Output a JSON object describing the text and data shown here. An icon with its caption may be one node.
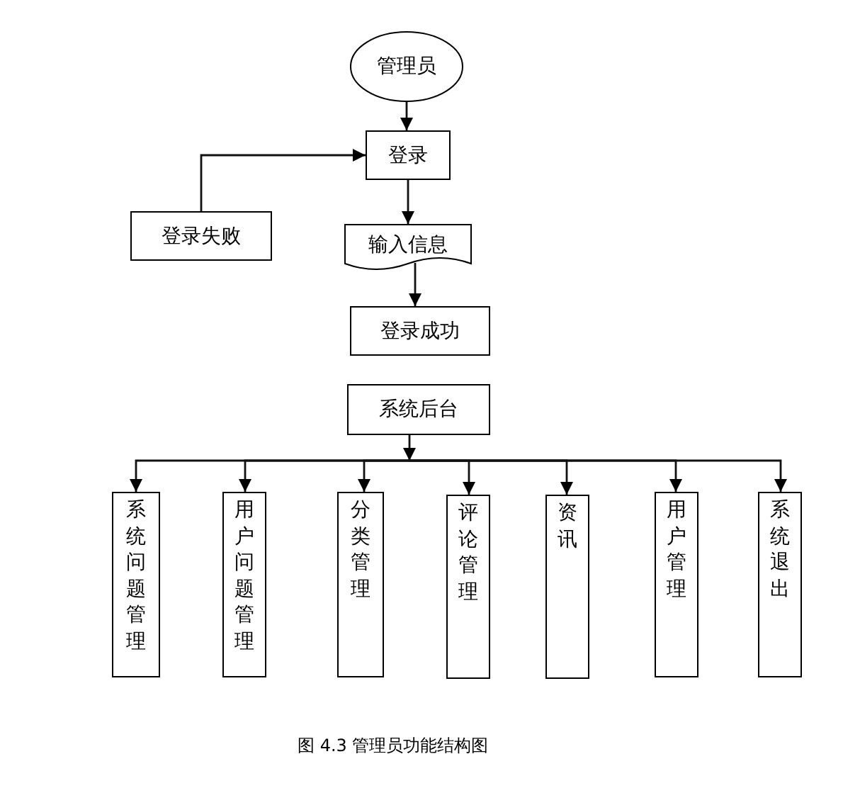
{
  "diagram": {
    "caption": "图 4.3 管理员功能结构图",
    "nodes": [
      {
        "text": [
          "管理员"
        ]
      },
      {
        "text": [
          "登录"
        ]
      },
      {
        "text": [
          "登录失败"
        ]
      },
      {
        "text": [
          "输入信息"
        ]
      },
      {
        "text": [
          "登录成功"
        ]
      },
      {
        "text": [
          "系统后台"
        ]
      },
      {
        "text": [
          "系统问题管理"
        ]
      },
      {
        "text": [
          "用户问题管理"
        ]
      },
      {
        "text": [
          "分类管理"
        ]
      },
      {
        "text": [
          "评论管理"
        ]
      },
      {
        "text": [
          "资讯"
        ]
      },
      {
        "text": [
          "用户管理"
        ]
      },
      {
        "text": [
          "系统退出"
        ]
      }
    ],
    "edges": [
      {
        "from": 0,
        "to": 1,
        "arrow": "to"
      },
      {
        "from": 2,
        "to": 1,
        "arrow": "to"
      },
      {
        "from": 1,
        "to": 3,
        "arrow": "to"
      },
      {
        "from": 3,
        "to": 4,
        "arrow": "to"
      },
      {
        "from": 5,
        "to": 6,
        "arrow": "to"
      },
      {
        "from": 5,
        "to": 7,
        "arrow": "to"
      },
      {
        "from": 5,
        "to": 8,
        "arrow": "to"
      },
      {
        "from": 5,
        "to": 9,
        "arrow": "to"
      },
      {
        "from": 5,
        "to": 10,
        "arrow": "to"
      },
      {
        "from": 5,
        "to": 11,
        "arrow": "to"
      },
      {
        "from": 5,
        "to": 12,
        "arrow": "to"
      }
    ]
  }
}
